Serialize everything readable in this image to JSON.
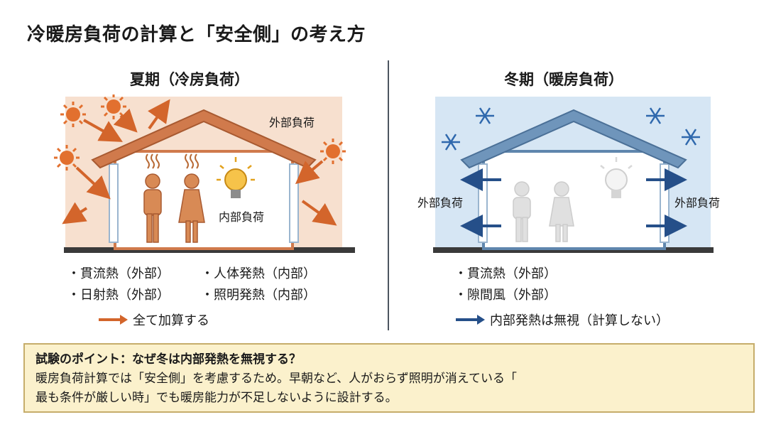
{
  "title": "冷暖房負荷の計算と「安全側」の考え方",
  "summer": {
    "heading": "夏期（冷房負荷）",
    "external_label": "外部負荷",
    "internal_label": "内部負荷",
    "bullets_left": [
      "・貫流熱（外部）",
      "・日射熱（外部）"
    ],
    "bullets_right": [
      "・人体発熱（内部）",
      "・照明発熱（内部）"
    ],
    "summary": "全て加算する",
    "colors": {
      "background": "#f7e0cf",
      "house": "#d07a4c",
      "arrow": "#d3652b",
      "sun": "#e2702f"
    }
  },
  "winter": {
    "heading": "冬期（暖房負荷）",
    "external_label_left": "外部負荷",
    "external_label_right": "外部負荷",
    "bullets": [
      "・貫流熱（外部）",
      "・隙間風（外部）"
    ],
    "summary": "内部発熱は無視（計算しない）",
    "colors": {
      "background": "#d6e6f4",
      "house": "#5f86ad",
      "arrow": "#254f89",
      "snow": "#2f68ad"
    }
  },
  "note": {
    "heading": "試験のポイント：なぜ冬は内部発熱を無視する？",
    "line1": "暖房負荷計算では「安全側」を考慮するため。早朝など、人がおらず照明が消えている「",
    "line2": "最も条件が厳しい時」でも暖房能力が不足しないように設計する。"
  }
}
